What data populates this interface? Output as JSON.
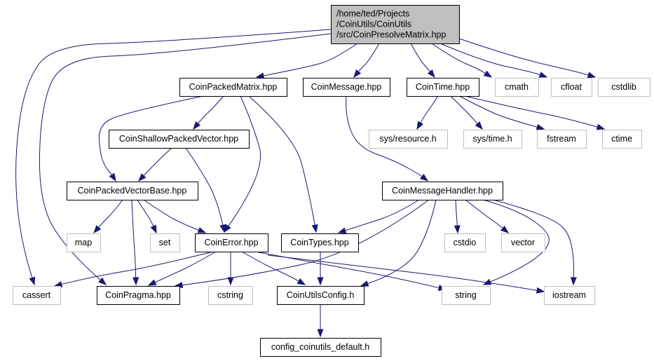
{
  "graph": {
    "edge_color": "#191970",
    "root_fill": "#bfbfbf",
    "node_fill": "#ffffff",
    "node_border": "#000000",
    "system_border": "#bfbfbf",
    "nodes": [
      {
        "id": "root",
        "lines": [
          "/home/ted/Projects",
          "/CoinUtils/CoinUtils",
          "/src/CoinPresolveMatrix.hpp"
        ],
        "kind": "root"
      },
      {
        "id": "packedmatrix",
        "lines": [
          "CoinPackedMatrix.hpp"
        ],
        "kind": "file"
      },
      {
        "id": "message",
        "lines": [
          "CoinMessage.hpp"
        ],
        "kind": "file"
      },
      {
        "id": "time",
        "lines": [
          "CoinTime.hpp"
        ],
        "kind": "file"
      },
      {
        "id": "cmath",
        "lines": [
          "cmath"
        ],
        "kind": "system"
      },
      {
        "id": "cfloat",
        "lines": [
          "cfloat"
        ],
        "kind": "system"
      },
      {
        "id": "cstdlib",
        "lines": [
          "cstdlib"
        ],
        "kind": "system"
      },
      {
        "id": "shallow",
        "lines": [
          "CoinShallowPackedVector.hpp"
        ],
        "kind": "file"
      },
      {
        "id": "resource",
        "lines": [
          "sys/resource.h"
        ],
        "kind": "system"
      },
      {
        "id": "systime",
        "lines": [
          "sys/time.h"
        ],
        "kind": "system"
      },
      {
        "id": "fstream",
        "lines": [
          "fstream"
        ],
        "kind": "system"
      },
      {
        "id": "ctime",
        "lines": [
          "ctime"
        ],
        "kind": "system"
      },
      {
        "id": "pvbase",
        "lines": [
          "CoinPackedVectorBase.hpp"
        ],
        "kind": "file"
      },
      {
        "id": "handler",
        "lines": [
          "CoinMessageHandler.hpp"
        ],
        "kind": "file"
      },
      {
        "id": "map",
        "lines": [
          "map"
        ],
        "kind": "system"
      },
      {
        "id": "set",
        "lines": [
          "set"
        ],
        "kind": "system"
      },
      {
        "id": "error",
        "lines": [
          "CoinError.hpp"
        ],
        "kind": "file"
      },
      {
        "id": "types",
        "lines": [
          "CoinTypes.hpp"
        ],
        "kind": "file"
      },
      {
        "id": "cstdio",
        "lines": [
          "cstdio"
        ],
        "kind": "system"
      },
      {
        "id": "vector",
        "lines": [
          "vector"
        ],
        "kind": "system"
      },
      {
        "id": "cassert",
        "lines": [
          "cassert"
        ],
        "kind": "system"
      },
      {
        "id": "pragma",
        "lines": [
          "CoinPragma.hpp"
        ],
        "kind": "file"
      },
      {
        "id": "cstring",
        "lines": [
          "cstring"
        ],
        "kind": "system"
      },
      {
        "id": "utilsconfig",
        "lines": [
          "CoinUtilsConfig.h"
        ],
        "kind": "file"
      },
      {
        "id": "string",
        "lines": [
          "string"
        ],
        "kind": "system"
      },
      {
        "id": "iostream",
        "lines": [
          "iostream"
        ],
        "kind": "system"
      },
      {
        "id": "configdefault",
        "lines": [
          "config_coinutils_default.h"
        ],
        "kind": "file"
      }
    ],
    "edges": [
      [
        "root",
        "packedmatrix"
      ],
      [
        "root",
        "message"
      ],
      [
        "root",
        "time"
      ],
      [
        "root",
        "cmath"
      ],
      [
        "root",
        "cfloat"
      ],
      [
        "root",
        "cstdlib"
      ],
      [
        "root",
        "cassert"
      ],
      [
        "root",
        "pragma"
      ],
      [
        "packedmatrix",
        "shallow"
      ],
      [
        "packedmatrix",
        "pvbase"
      ],
      [
        "packedmatrix",
        "error"
      ],
      [
        "packedmatrix",
        "types"
      ],
      [
        "message",
        "handler"
      ],
      [
        "time",
        "resource"
      ],
      [
        "time",
        "systime"
      ],
      [
        "time",
        "fstream"
      ],
      [
        "time",
        "ctime"
      ],
      [
        "shallow",
        "pvbase"
      ],
      [
        "shallow",
        "error"
      ],
      [
        "pvbase",
        "map"
      ],
      [
        "pvbase",
        "set"
      ],
      [
        "pvbase",
        "error"
      ],
      [
        "pvbase",
        "pragma"
      ],
      [
        "handler",
        "types"
      ],
      [
        "handler",
        "cstdio"
      ],
      [
        "handler",
        "vector"
      ],
      [
        "handler",
        "iostream"
      ],
      [
        "handler",
        "string"
      ],
      [
        "handler",
        "utilsconfig"
      ],
      [
        "handler",
        "pragma"
      ],
      [
        "error",
        "cassert"
      ],
      [
        "error",
        "pragma"
      ],
      [
        "error",
        "cstring"
      ],
      [
        "error",
        "utilsconfig"
      ],
      [
        "error",
        "string"
      ],
      [
        "error",
        "iostream"
      ],
      [
        "types",
        "utilsconfig"
      ],
      [
        "utilsconfig",
        "configdefault"
      ]
    ]
  }
}
